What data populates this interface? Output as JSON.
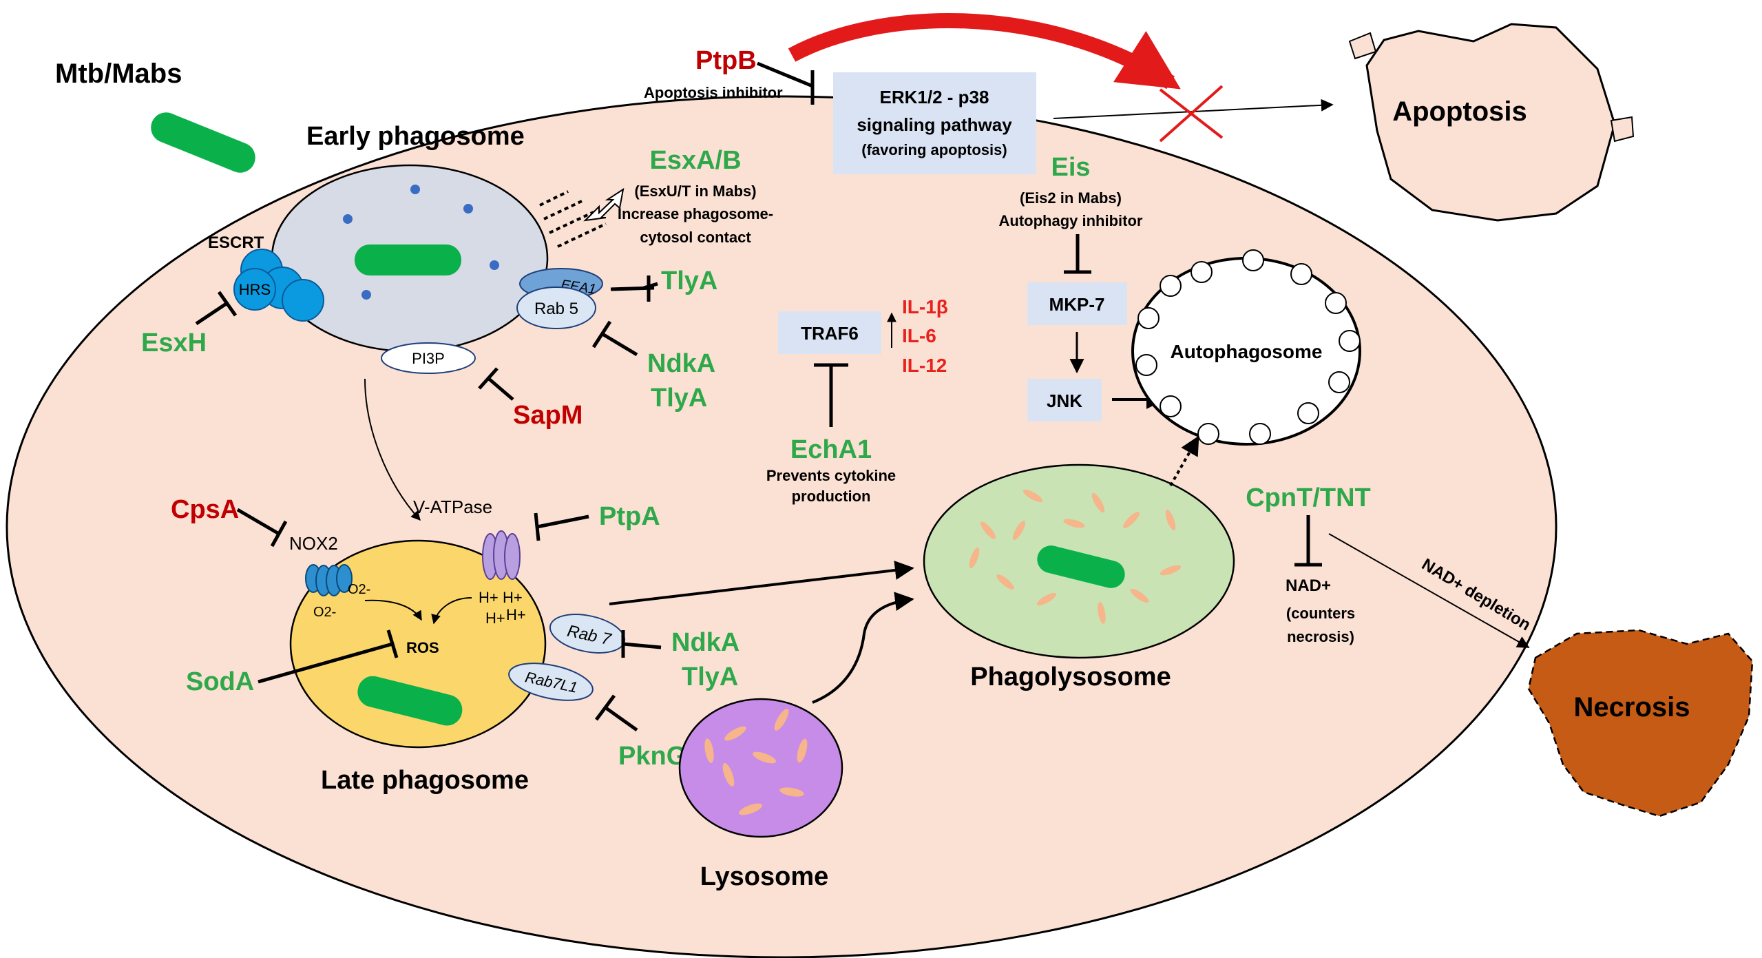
{
  "colors": {
    "cell_fill": "#fbe1d4",
    "green_label": "#2ea84a",
    "red_label": "#c00000",
    "cytokine_red": "#e8211d",
    "bacterium": "#0ab14a",
    "early_phagosome": "#d6dbe5",
    "late_phagosome": "#fbd66a",
    "phagolysosome": "#c9e3b4",
    "lysosome": "#c68ce8",
    "apoptosis_fill": "#fbe1d4",
    "necrosis_fill": "#c65b16",
    "pathway_box": "#dae3f3",
    "escrt_blue": "#0b9ae0",
    "red_arrow": "#e21a1a"
  },
  "labels": {
    "pathogen": "Mtb/Mabs",
    "early_phagosome": "Early phagosome",
    "late_phagosome": "Late phagosome",
    "phagolysosome": "Phagolysosome",
    "lysosome": "Lysosome",
    "autophagosome": "Autophagosome",
    "apoptosis": "Apoptosis",
    "necrosis": "Necrosis",
    "escrt": "ESCRT",
    "hrs": "HRS",
    "eea1": "EEA1",
    "rab5": "Rab 5",
    "pi3p": "PI3P",
    "v_atpase": "V-ATPase",
    "nox2": "NOX2",
    "ros": "ROS",
    "rab7": "Rab 7",
    "rab7l1": "Rab7L1",
    "o2_left": "O2-",
    "o2_right": "O2-",
    "h_protons": "H+",
    "nad_depletion": "NAD+ depletion"
  },
  "pathway_boxes": {
    "erk_line1": "ERK1/2 - p38",
    "erk_line2": "signaling pathway",
    "erk_line3": "(favoring apoptosis)",
    "traf6": "TRAF6",
    "mkp7": "MKP-7",
    "jnk": "JNK"
  },
  "cytokines": [
    "IL-1β",
    "IL-6",
    "IL-12"
  ],
  "effectors": {
    "ptpb": "PtpB",
    "ptpb_note": "Apoptosis inhibitor",
    "esxab": "EsxA/B",
    "esxab_note1": "(EsxU/T in Mabs)",
    "esxab_note2": "Increase phagosome-",
    "esxab_note3": "cytosol contact",
    "eis": "Eis",
    "eis_note1": "(Eis2 in Mabs)",
    "eis_note2": "Autophagy inhibitor",
    "tlya_eea1": "TlyA",
    "esxh": "EsxH",
    "ndka_rab5": "NdkA",
    "tlya_rab5": "TlyA",
    "sapm": "SapM",
    "echa1": "EchA1",
    "echa1_note1": "Prevents cytokine",
    "echa1_note2": "production",
    "cpsa": "CpsA",
    "ptpa": "PtpA",
    "soda": "SodA",
    "ndka_rab7": "NdkA",
    "tlya_rab7": "TlyA",
    "pkng": "PknG",
    "cpnt": "CpnT/TNT",
    "nad": "NAD+",
    "nad_note1": "(counters",
    "nad_note2": "necrosis)"
  }
}
